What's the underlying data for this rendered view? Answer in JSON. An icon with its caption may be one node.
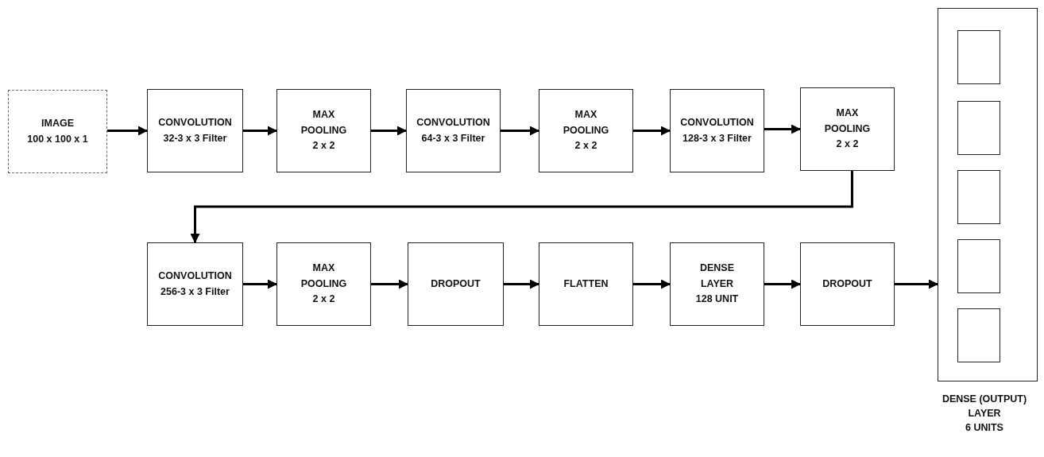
{
  "diagram": {
    "nodes": [
      {
        "text": [
          "IMAGE 100 x 100 x 1"
        ]
      },
      {
        "text": [
          "CONVOLUTION 32-3 x 3 Filter"
        ]
      },
      {
        "text": [
          "MAX POOLING 2 x 2"
        ]
      },
      {
        "text": [
          "CONVOLUTION 64-3 x 3 Filter"
        ]
      },
      {
        "text": [
          "MAX POOLING 2 x 2"
        ]
      },
      {
        "text": [
          "CONVOLUTION 128-3 x 3 Filter"
        ]
      },
      {
        "text": [
          "MAX POOLING 2 x 2"
        ]
      },
      {
        "text": [
          "CONVOLUTION 256-3 x 3 Filter"
        ]
      },
      {
        "text": [
          "MAX POOLING 2 x 2"
        ]
      },
      {
        "text": [
          "DROPOUT"
        ]
      },
      {
        "text": [
          "FLATTEN"
        ]
      },
      {
        "text": [
          "DENSE LAYER 128 UNIT"
        ]
      },
      {
        "text": [
          "DROPOUT"
        ]
      },
      {
        "text": [
          "DENSE (OUTPUT) LAYER 6 UNITS"
        ]
      },
      {
        "text": [],
        "shape": "box",
        "in": 13
      },
      {
        "text": [],
        "shape": "box",
        "in": 13
      },
      {
        "text": [],
        "shape": "box",
        "in": 13
      },
      {
        "text": [],
        "shape": "box",
        "in": 13
      },
      {
        "text": [],
        "shape": "box",
        "in": 13
      }
    ],
    "edges": [
      {
        "from": 0,
        "to": 1,
        "arrow": "to"
      },
      {
        "from": 1,
        "to": 2,
        "arrow": "to"
      },
      {
        "from": 2,
        "to": 3,
        "arrow": "to"
      },
      {
        "from": 3,
        "to": 4,
        "arrow": "to"
      },
      {
        "from": 4,
        "to": 5,
        "arrow": "to"
      },
      {
        "from": 5,
        "to": 6,
        "arrow": "to"
      },
      {
        "from": 6,
        "to": 7,
        "arrow": "to"
      },
      {
        "from": 7,
        "to": 8,
        "arrow": "to"
      },
      {
        "from": 8,
        "to": 9,
        "arrow": "to"
      },
      {
        "from": 9,
        "to": 10,
        "arrow": "to"
      },
      {
        "from": 10,
        "to": 11,
        "arrow": "to"
      },
      {
        "from": 11,
        "to": 12,
        "arrow": "to"
      },
      {
        "from": 12,
        "to": 13,
        "arrow": "to"
      }
    ]
  }
}
